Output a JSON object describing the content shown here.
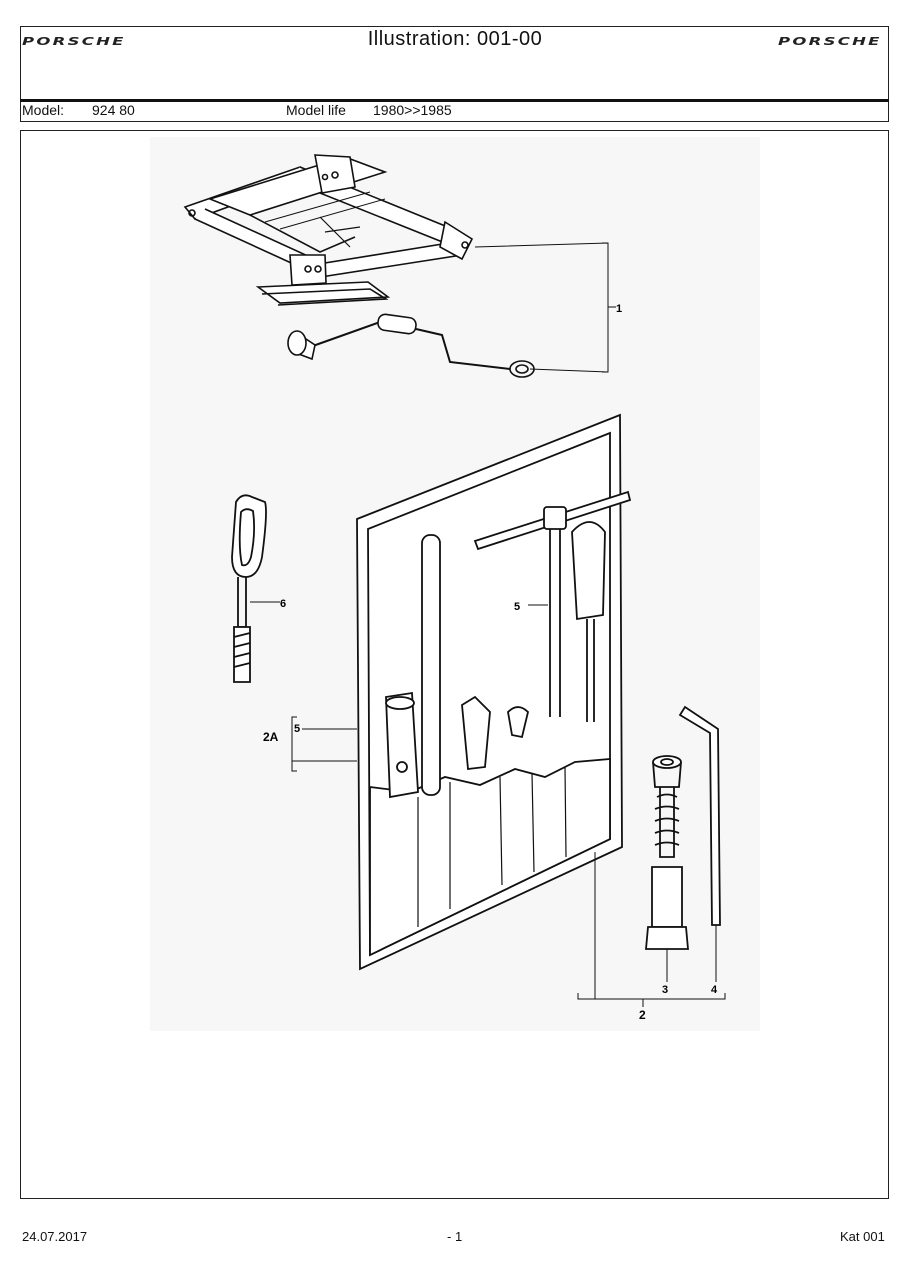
{
  "header": {
    "brand_left": "PORSCHE",
    "brand_right": "PORSCHE",
    "title": "Illustration: 001-00",
    "model_label": "Model:",
    "model_value": "924 80",
    "model_life_label": "Model life",
    "model_life_value": "1980>>1985"
  },
  "callouts": {
    "jack": "1",
    "tool_kit": "2",
    "tool_kit_variant": "2A",
    "variant_sub": "5",
    "wheel_bolt": "3",
    "hex_key": "4",
    "screwdriver": "5",
    "eye_bolt": "6"
  },
  "footer": {
    "date": "24.07.2017",
    "page": "- 1",
    "catalog": "Kat 001"
  }
}
